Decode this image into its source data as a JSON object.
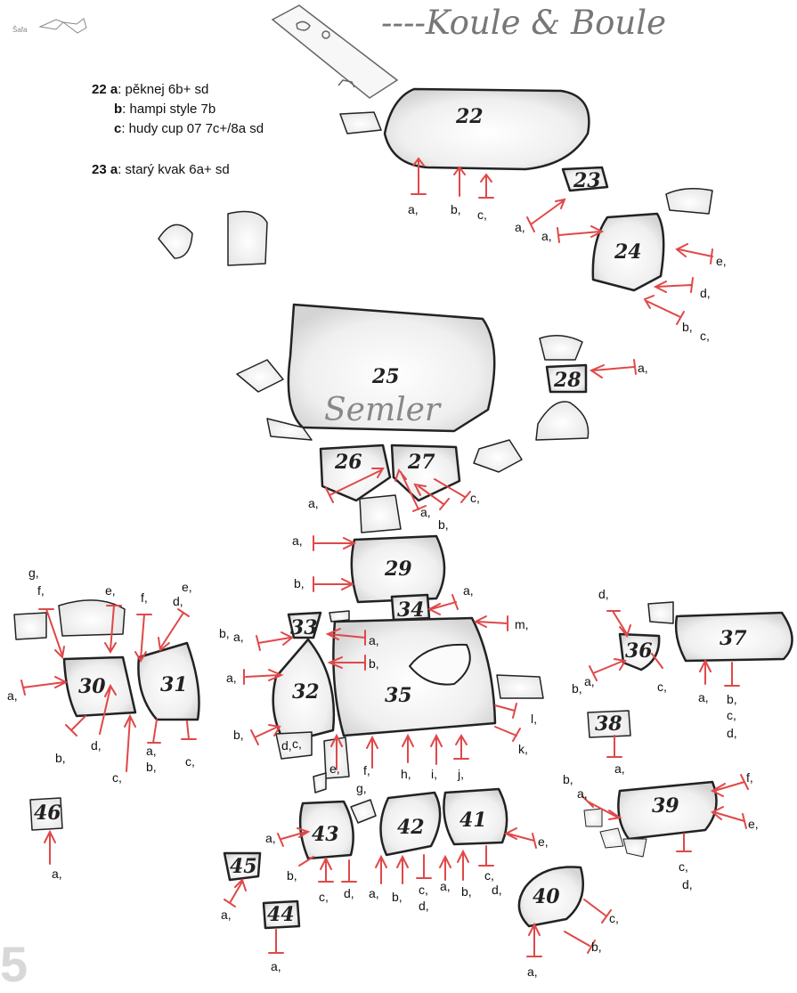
{
  "header": {
    "title": "----Koule & Boule",
    "corner_scribble": "Šafa"
  },
  "page_number": "5",
  "legend": [
    {
      "prefix": "22 a",
      "text": ": pěknej 6b+ sd"
    },
    {
      "prefix": "b",
      "text": ": hampi style 7b"
    },
    {
      "prefix": "c",
      "text": ": hudy cup 07 7c+/8a sd"
    },
    {
      "prefix": "23 a",
      "text": ": starý kvak 6a+ sd"
    }
  ],
  "area_name": "Semler",
  "boulders": [
    "22",
    "23",
    "24",
    "25",
    "26",
    "27",
    "28",
    "29",
    "30",
    "31",
    "32",
    "33",
    "34",
    "35",
    "36",
    "37",
    "38",
    "39",
    "40",
    "41",
    "42",
    "43",
    "44",
    "45",
    "46"
  ],
  "route_labels": [
    {
      "text": "a,",
      "boulder": "22"
    },
    {
      "text": "b,",
      "boulder": "22"
    },
    {
      "text": "c,",
      "boulder": "22"
    },
    {
      "text": "a,",
      "boulder": "23"
    },
    {
      "text": "a,",
      "boulder": "24"
    },
    {
      "text": "e,",
      "boulder": "24"
    },
    {
      "text": "d,",
      "boulder": "24"
    },
    {
      "text": "b,",
      "boulder": "24"
    },
    {
      "text": "c,",
      "boulder": "24"
    },
    {
      "text": "a,",
      "boulder": "28"
    },
    {
      "text": "a,",
      "boulder": "26"
    },
    {
      "text": "a,",
      "boulder": "27"
    },
    {
      "text": "b,",
      "boulder": "27"
    },
    {
      "text": "c,",
      "boulder": "27"
    },
    {
      "text": "a,",
      "boulder": "29"
    },
    {
      "text": "b,",
      "boulder": "29"
    },
    {
      "text": "a,",
      "boulder": "34"
    },
    {
      "text": "m,",
      "boulder": "35"
    },
    {
      "text": "g,",
      "boulder": "30"
    },
    {
      "text": "f,",
      "boulder": "30"
    },
    {
      "text": "e,",
      "boulder": "30"
    },
    {
      "text": "a,",
      "boulder": "30"
    },
    {
      "text": "b,",
      "boulder": "30"
    },
    {
      "text": "d,",
      "boulder": "30"
    },
    {
      "text": "c,",
      "boulder": "30"
    },
    {
      "text": "f,",
      "boulder": "31"
    },
    {
      "text": "d,",
      "boulder": "31"
    },
    {
      "text": "e,",
      "boulder": "31"
    },
    {
      "text": "a,",
      "boulder": "31"
    },
    {
      "text": "b,",
      "boulder": "31"
    },
    {
      "text": "c,",
      "boulder": "31"
    },
    {
      "text": "b,",
      "boulder": "33"
    },
    {
      "text": "a,",
      "boulder": "33"
    },
    {
      "text": "a,",
      "boulder": "35"
    },
    {
      "text": "b,",
      "boulder": "35"
    },
    {
      "text": "a,",
      "boulder": "32"
    },
    {
      "text": "b,",
      "boulder": "32"
    },
    {
      "text": "d,",
      "boulder": "32"
    },
    {
      "text": "c,",
      "boulder": "32"
    },
    {
      "text": "e,",
      "boulder": "35"
    },
    {
      "text": "f,",
      "boulder": "35"
    },
    {
      "text": "g,",
      "boulder": "35"
    },
    {
      "text": "h,",
      "boulder": "35"
    },
    {
      "text": "i,",
      "boulder": "35"
    },
    {
      "text": "j,",
      "boulder": "35"
    },
    {
      "text": "k,",
      "boulder": "35"
    },
    {
      "text": "l,",
      "boulder": "35"
    },
    {
      "text": "d,",
      "boulder": "36"
    },
    {
      "text": "b,",
      "boulder": "36"
    },
    {
      "text": "a,",
      "boulder": "36"
    },
    {
      "text": "c,",
      "boulder": "36"
    },
    {
      "text": "a,",
      "boulder": "37"
    },
    {
      "text": "b,",
      "boulder": "37"
    },
    {
      "text": "c,",
      "boulder": "37"
    },
    {
      "text": "d,",
      "boulder": "37"
    },
    {
      "text": "a,",
      "boulder": "38"
    },
    {
      "text": "b,",
      "boulder": "39"
    },
    {
      "text": "a,",
      "boulder": "39"
    },
    {
      "text": "f,",
      "boulder": "39"
    },
    {
      "text": "e,",
      "boulder": "39"
    },
    {
      "text": "c,",
      "boulder": "39"
    },
    {
      "text": "d,",
      "boulder": "39"
    },
    {
      "text": "a,",
      "boulder": "43"
    },
    {
      "text": "b,",
      "boulder": "43"
    },
    {
      "text": "c,",
      "boulder": "43"
    },
    {
      "text": "d,",
      "boulder": "43"
    },
    {
      "text": "a,",
      "boulder": "42"
    },
    {
      "text": "b,",
      "boulder": "42"
    },
    {
      "text": "c,",
      "boulder": "42"
    },
    {
      "text": "d,",
      "boulder": "42"
    },
    {
      "text": "a,",
      "boulder": "41"
    },
    {
      "text": "b,",
      "boulder": "41"
    },
    {
      "text": "c,",
      "boulder": "41"
    },
    {
      "text": "d,",
      "boulder": "41"
    },
    {
      "text": "e,",
      "boulder": "41"
    },
    {
      "text": "a,",
      "boulder": "40"
    },
    {
      "text": "b,",
      "boulder": "40"
    },
    {
      "text": "c,",
      "boulder": "40"
    },
    {
      "text": "a,",
      "boulder": "45"
    },
    {
      "text": "a,",
      "boulder": "44"
    },
    {
      "text": "a,",
      "boulder": "46"
    }
  ],
  "colors": {
    "route_arrow": "#e04848",
    "boulder_outline": "#222222",
    "boulder_fill": "#f0f0f0",
    "title_text": "#777777"
  }
}
